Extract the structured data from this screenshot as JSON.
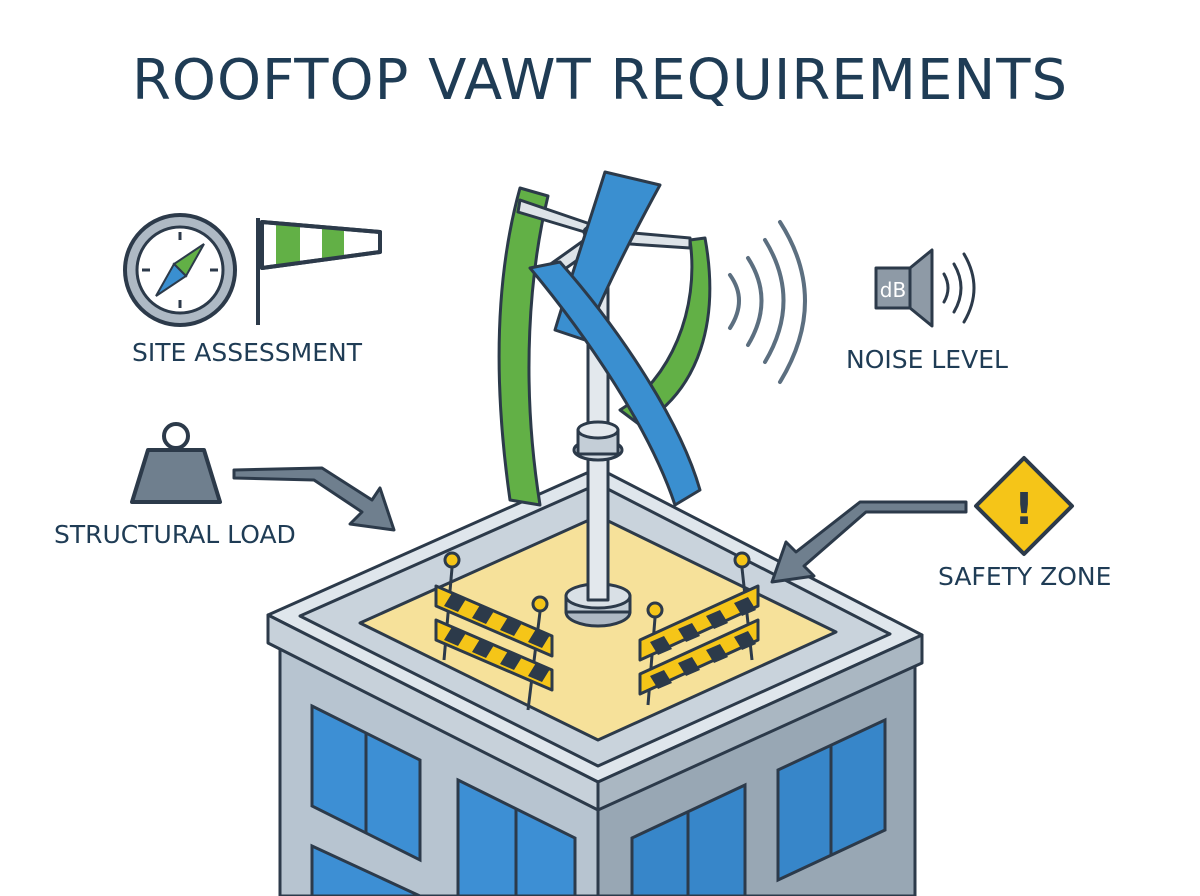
{
  "title": "ROOFTOP VAWT REQUIREMENTS",
  "labels": {
    "site_assessment": "SITE ASSESSMENT",
    "noise_level": "NOISE LEVEL",
    "structural_load": "STRUCTURAL LOAD",
    "safety_zone": "SAFETY ZONE"
  },
  "icons": {
    "decibel": "dB",
    "warning": "!"
  },
  "colors": {
    "outline": "#2c3a4a",
    "title_text": "#1f3c55",
    "blade_blue": "#3a8fd0",
    "blade_green": "#62b046",
    "roof_zone": "#f6e19a",
    "window": "#3d8fd4",
    "warning_yellow": "#f5c518"
  }
}
